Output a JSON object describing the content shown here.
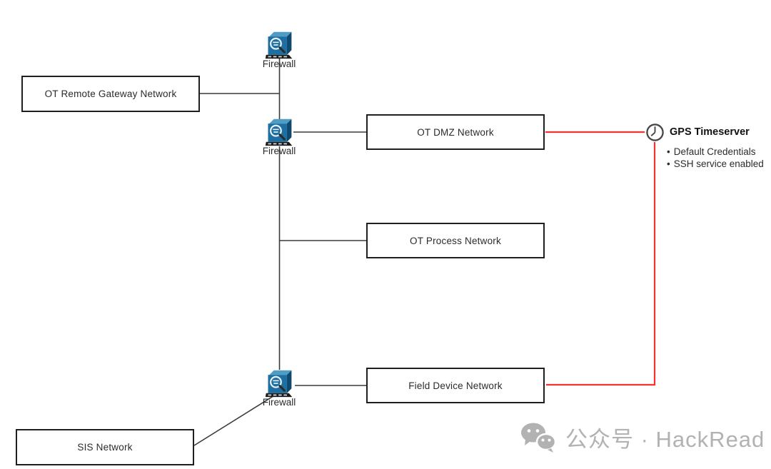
{
  "diagram": {
    "boxes": [
      {
        "id": "ot-remote-gateway-network",
        "label": "OT Remote Gateway Network"
      },
      {
        "id": "ot-dmz-network",
        "label": "OT DMZ Network"
      },
      {
        "id": "ot-process-network",
        "label": "OT Process Network"
      },
      {
        "id": "field-device-network",
        "label": "Field Device Network"
      },
      {
        "id": "sis-network",
        "label": "SIS Network"
      }
    ],
    "firewalls": [
      {
        "label": "Firewall"
      },
      {
        "label": "Firewall"
      },
      {
        "label": "Firewall"
      }
    ],
    "timeserver": {
      "icon": "clock-icon",
      "title": "GPS Timeserver",
      "bullet": "•",
      "notes": [
        "Default Credentials",
        "SSH service enabled"
      ]
    },
    "colors": {
      "edge": "#3a3a3a",
      "alert_red": "#f5322f",
      "firewall_blue": "#1d6fa1",
      "box_border": "#1f1f1f",
      "watermark_gray": "#b2b2b2"
    }
  },
  "watermark": {
    "icon": "wechat-icon",
    "text": "公众号 · HackRead"
  }
}
